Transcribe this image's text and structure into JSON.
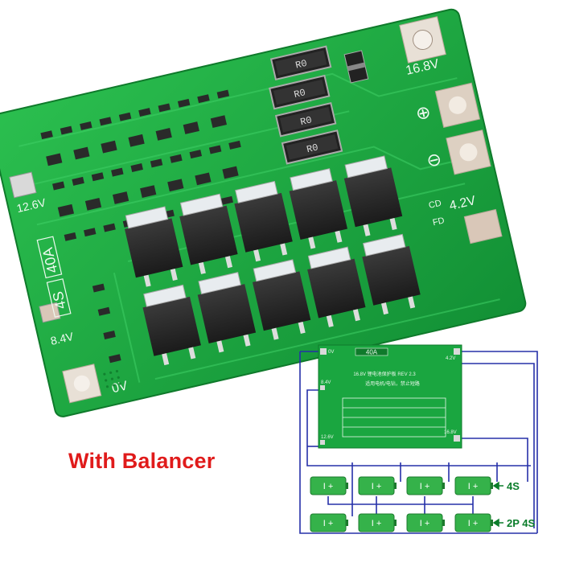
{
  "board": {
    "markings": {
      "v12_6": "12.6V",
      "v16_8": "16.8V",
      "v4_2": "4.2V",
      "v8_4": "8.4V",
      "v0": "0V",
      "rating_4s": "4S",
      "rating_40a": "40A",
      "cd": "CD",
      "fd": "FD",
      "plus": "⊕",
      "minus": "⊖"
    },
    "resistor_code": "R0",
    "colors": {
      "pcb": "#1aa640",
      "pcb_dark": "#128a33",
      "pcb_light": "#3cc25c",
      "silk": "#e8f6ea",
      "chip": "#2a2a2a",
      "pad": "#d9c7b8"
    }
  },
  "caption": {
    "text": "With Balancer",
    "color": "#e01b1b"
  },
  "diagram": {
    "board_label": "40A",
    "board_subtitle": "16.8V 锂电池保护板 REV 2.3",
    "board_warning": "适用电机/电钻，禁止短路",
    "pin_labels": {
      "top_left": "0V",
      "left_mid": "8.4V",
      "left_bottom": "12.6V",
      "right_top": "4.2V",
      "right_bottom": "16.8V"
    },
    "row_labels": {
      "top": "4S",
      "bottom": "2P 4S"
    },
    "cell_label": "I  +",
    "colors": {
      "wire": "#2630a8",
      "cell": "#35b24a",
      "arrow": "#0b7d2b",
      "board": "#1aa640"
    }
  }
}
